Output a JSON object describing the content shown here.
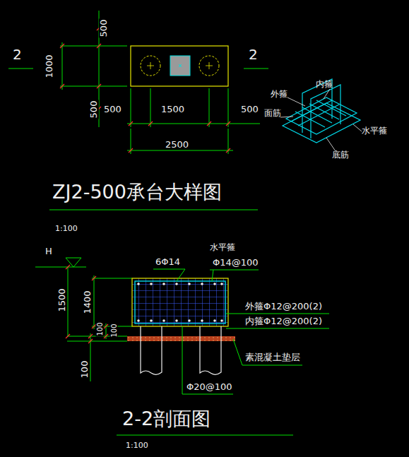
{
  "diagram": {
    "labels": [
      "2",
      "2",
      "500",
      "1000",
      "500",
      "500",
      "1500",
      "500",
      "2500",
      "ZJ2-500承台大样图",
      "1:100",
      "外箍",
      "内箍",
      "面筋",
      "水平箍",
      "底筋",
      "H",
      "6Φ14",
      "水平箍",
      "Φ14@100",
      "1500",
      "1400",
      "100",
      "100",
      "100",
      "外箍Φ12@200(2)",
      "内箍Φ12@200(2)",
      "素混凝土垫层",
      "Φ20@100",
      "2-2剖面图",
      "1:100"
    ]
  }
}
